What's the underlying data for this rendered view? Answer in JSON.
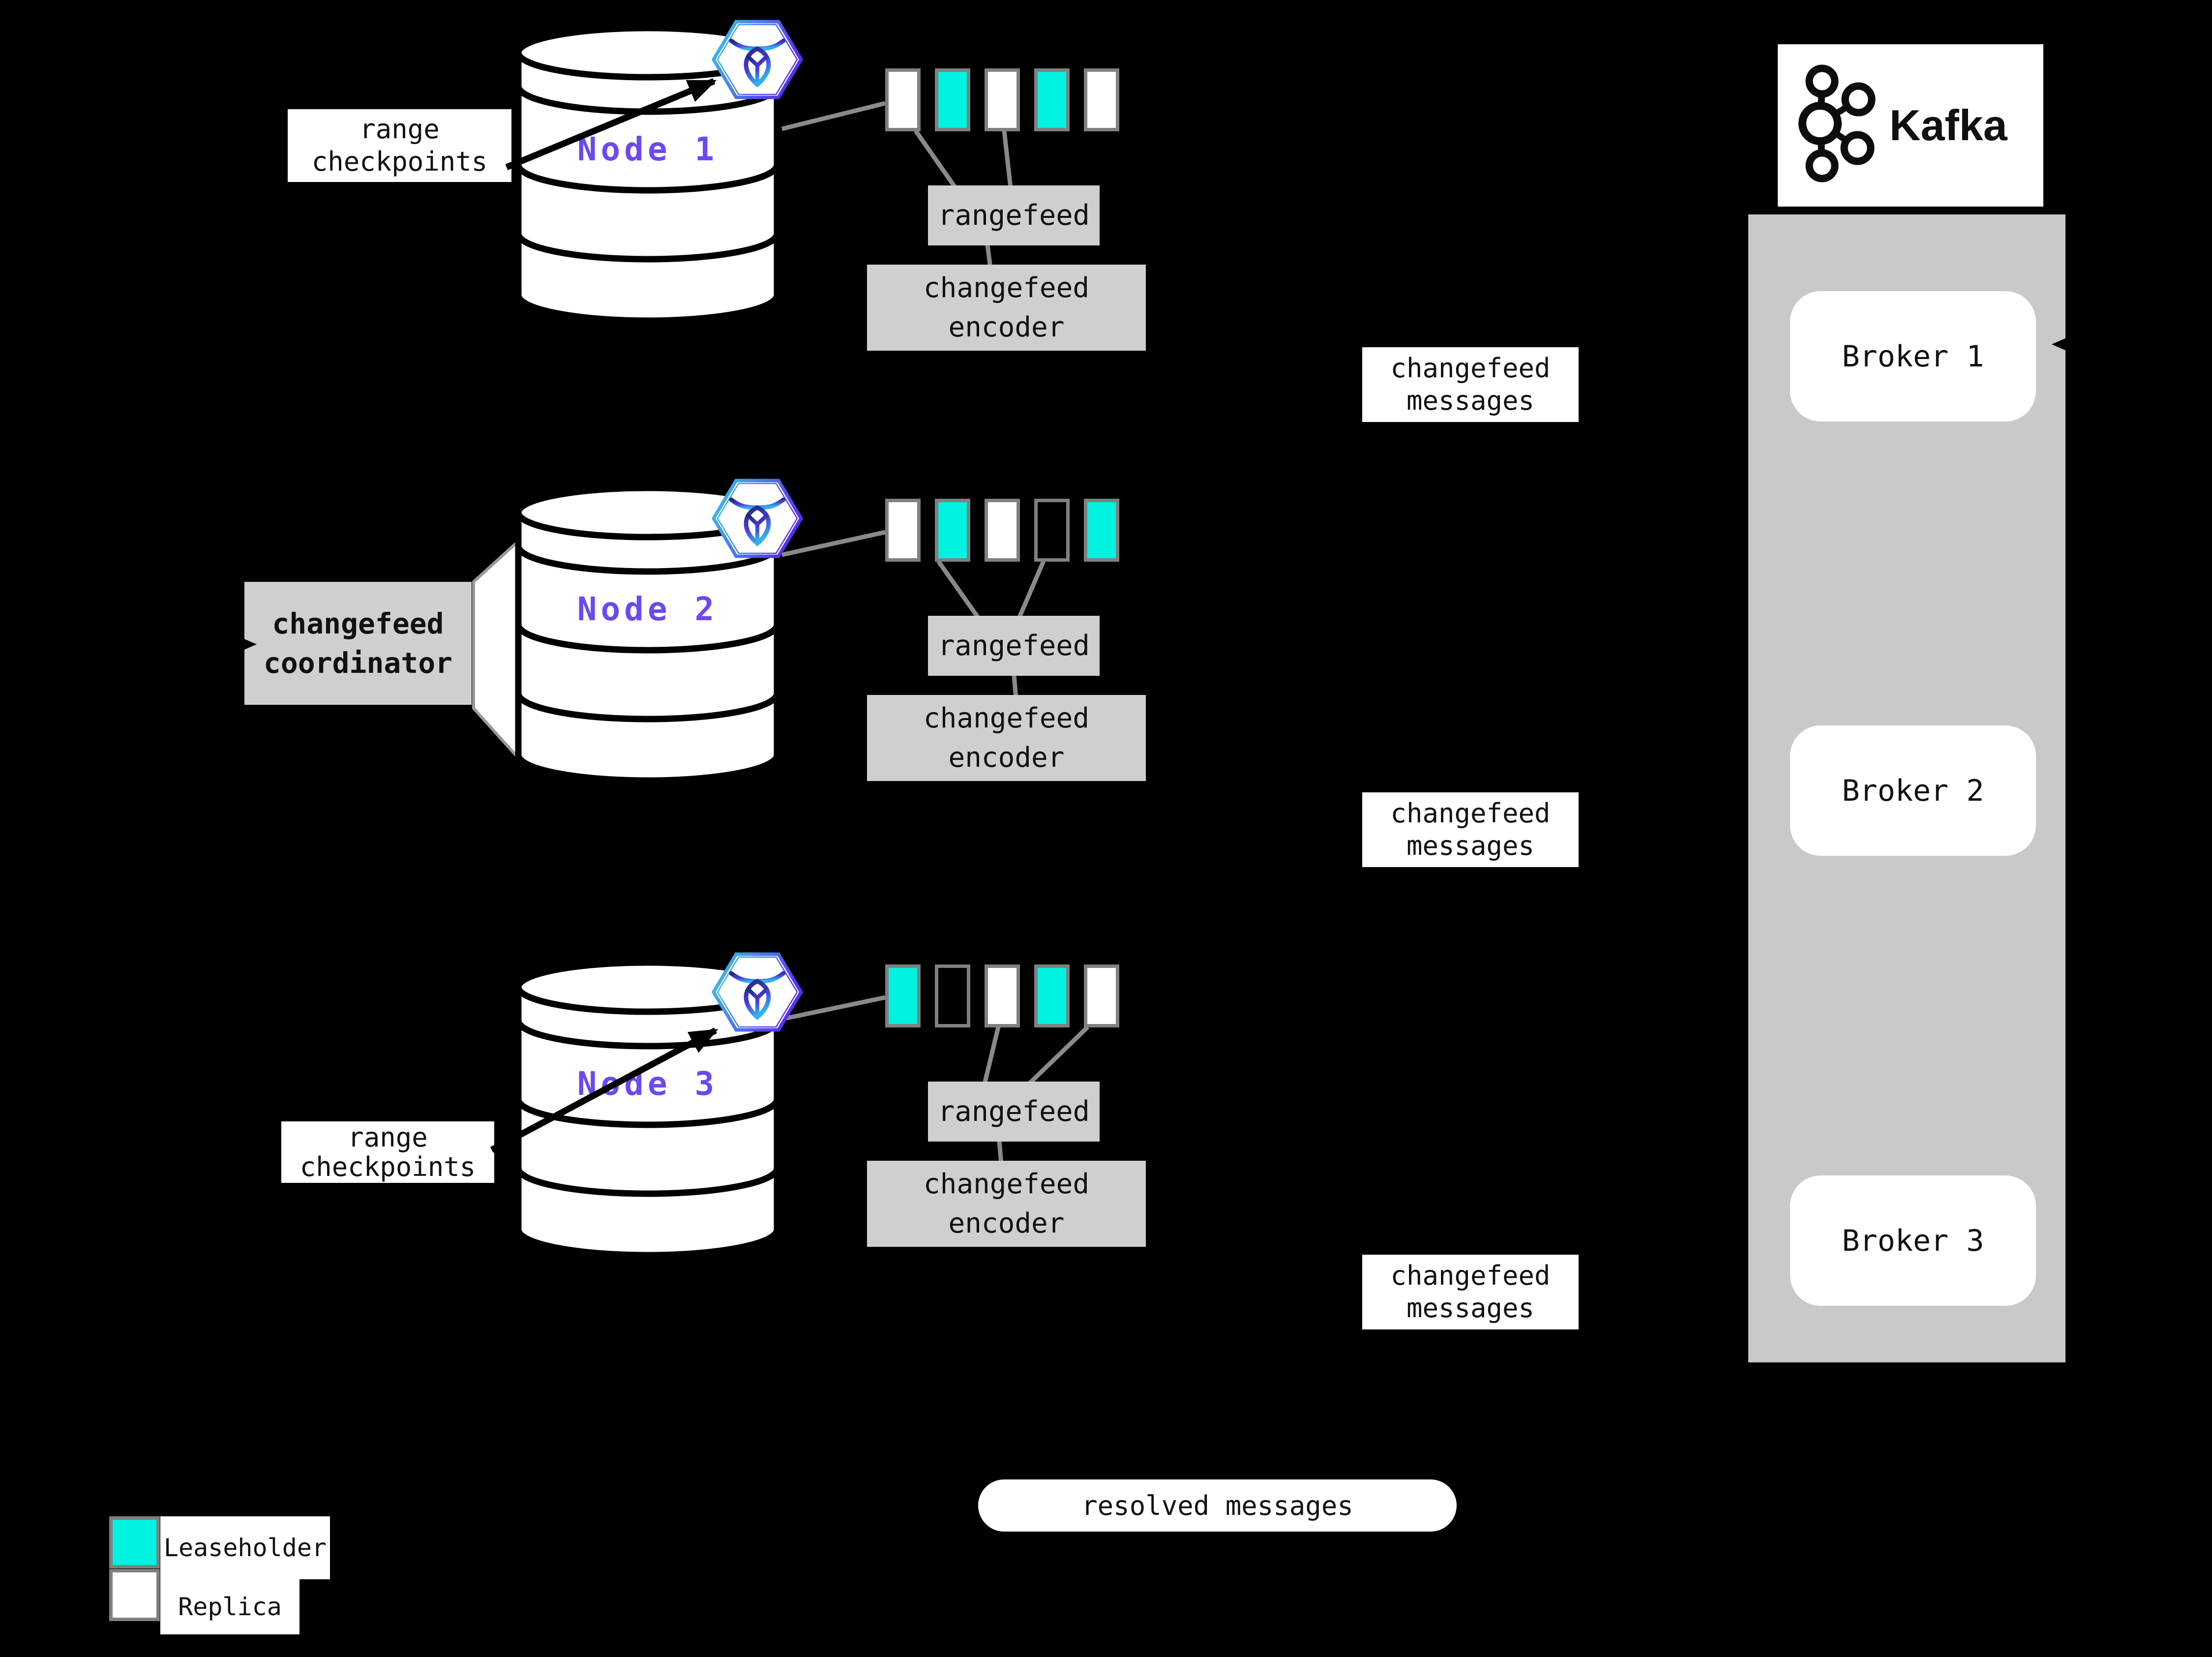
{
  "colors": {
    "background": "#000000",
    "leaseholder_cyan": "#00f2e0",
    "replica_white": "#ffffff",
    "panel_gray": "#cfcfcf",
    "container_gray": "#c9c9c9",
    "square_border_gray": "#808080",
    "connector_gray": "#8a8a8a",
    "node_name_purple": "#6c48f2",
    "outline_black": "#000000"
  },
  "nodes": [
    {
      "name": "Node 1",
      "ranges": [
        "replica",
        "leaseholder",
        "replica",
        "leaseholder",
        "replica"
      ]
    },
    {
      "name": "Node 2",
      "ranges": [
        "replica",
        "leaseholder",
        "replica",
        "empty",
        "leaseholder"
      ]
    },
    {
      "name": "Node 3",
      "ranges": [
        "leaseholder",
        "empty",
        "replica",
        "leaseholder",
        "replica"
      ]
    }
  ],
  "pipeline": {
    "rangefeed": "rangefeed",
    "encoder_line1": "changefeed",
    "encoder_line2": "encoder"
  },
  "labels": {
    "range_checkpoints_line1": "range",
    "range_checkpoints_line2": "checkpoints",
    "coordinator_line1": "changefeed",
    "coordinator_line2": "coordinator",
    "messages_line1": "changefeed",
    "messages_line2": "messages",
    "resolved": "resolved messages"
  },
  "kafka": {
    "brand": "Kafka",
    "brokers": [
      {
        "label": "Broker 1"
      },
      {
        "label": "Broker 2"
      },
      {
        "label": "Broker 3"
      }
    ]
  },
  "legend": {
    "items": [
      {
        "label": "Leaseholder",
        "type": "leaseholder"
      },
      {
        "label": "Replica",
        "type": "replica"
      }
    ]
  }
}
